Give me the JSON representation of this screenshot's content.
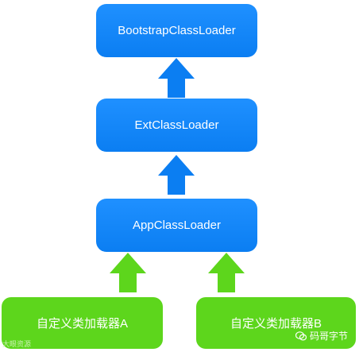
{
  "diagram": {
    "nodes": {
      "bootstrap": "BootstrapClassLoader",
      "ext": "ExtClassLoader",
      "app": "AppClassLoader",
      "custom_a": "自定义类加载器A",
      "custom_b": "自定义类加载器B"
    },
    "edges": [
      {
        "from": "ext",
        "to": "bootstrap"
      },
      {
        "from": "app",
        "to": "ext"
      },
      {
        "from": "custom_a",
        "to": "app"
      },
      {
        "from": "custom_b",
        "to": "app"
      }
    ],
    "colors": {
      "parent_loader": "#0b7ef2",
      "custom_loader": "#5dd61c",
      "text": "#ffffff"
    }
  },
  "watermark": {
    "left_text": "大眼资源",
    "right_icon": "wechat-icon",
    "right_text": "码哥字节"
  }
}
